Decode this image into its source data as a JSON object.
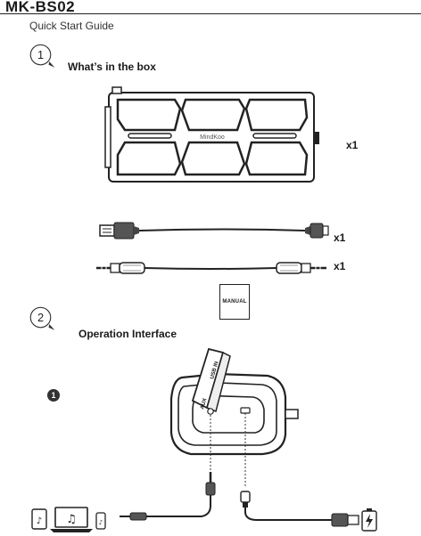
{
  "header": {
    "model": "MK-BS02",
    "subtitle": "Quick Start Guide"
  },
  "sections": [
    {
      "number": "1",
      "title": "What’s in the box"
    },
    {
      "number": "2",
      "title": "Operation Interface"
    }
  ],
  "box_contents": {
    "speaker": {
      "brand": "MindKoo",
      "quantity": "x1"
    },
    "usb_cable": {
      "quantity": "x1"
    },
    "aux_cable": {
      "quantity": "x1"
    },
    "manual": {
      "label": "MANUAL"
    }
  },
  "interface": {
    "callout": "1",
    "port_labels": {
      "usb": "USB IN",
      "aux": "AUX"
    }
  }
}
